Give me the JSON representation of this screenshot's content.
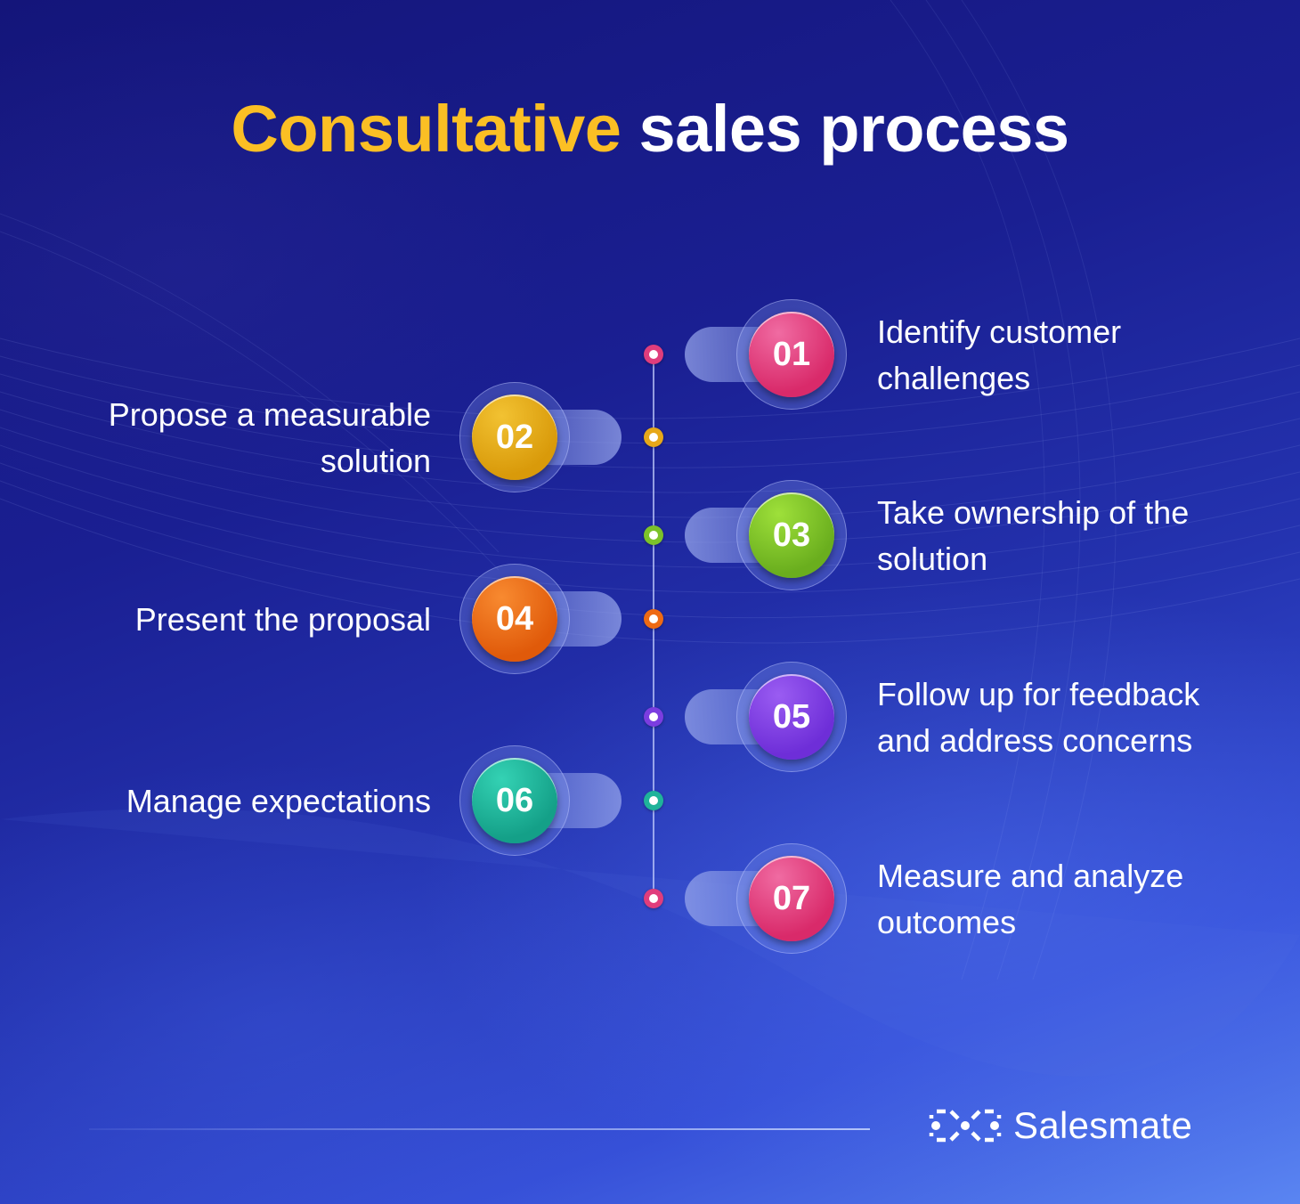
{
  "title": {
    "accent": "Consultative",
    "rest": " sales process",
    "accent_color": "#fbbf24"
  },
  "steps": [
    {
      "number": "01",
      "label_lines": [
        "Identify customer",
        "challenges"
      ],
      "side": "right",
      "color": "#e03d7c"
    },
    {
      "number": "02",
      "label_lines": [
        "Propose a measurable",
        "solution"
      ],
      "side": "left",
      "color": "#e6a81a"
    },
    {
      "number": "03",
      "label_lines": [
        "Take ownership of the",
        "solution"
      ],
      "side": "right",
      "color": "#7cc22a"
    },
    {
      "number": "04",
      "label_lines": [
        "Present the proposal"
      ],
      "side": "left",
      "color": "#ee6a14"
    },
    {
      "number": "05",
      "label_lines": [
        "Follow up for feedback",
        "and address concerns"
      ],
      "side": "right",
      "color": "#7b3de0"
    },
    {
      "number": "06",
      "label_lines": [
        "Manage expectations"
      ],
      "side": "left",
      "color": "#1fb39a"
    },
    {
      "number": "07",
      "label_lines": [
        "Measure and analyze",
        "outcomes"
      ],
      "side": "right",
      "color": "#e03d7c"
    }
  ],
  "footer": {
    "brand": "Salesmate",
    "logo_icon": "salesmate-logo-icon"
  }
}
